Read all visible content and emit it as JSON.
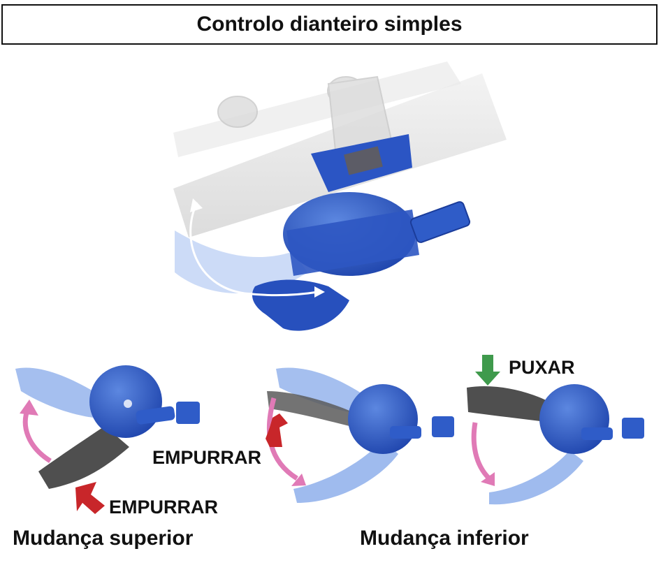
{
  "title": "Controlo dianteiro simples",
  "labels": {
    "push_1": "EMPURRAR",
    "push_2": "EMPURRAR",
    "pull": "PUXAR",
    "upshift": "Mudança superior",
    "downshift": "Mudança inferior"
  },
  "colors": {
    "shifter_blue": "#2f5cc8",
    "lever_translucent_blue": "#6e9be6",
    "lever_grey": "#5a5a5a",
    "arrow_pink": "#e07ab6",
    "arrow_red": "#c8262a",
    "arrow_green": "#3f9a4c"
  },
  "icons": [
    "push-arrow-icon",
    "pull-arrow-icon",
    "rotation-arrow-icon"
  ]
}
